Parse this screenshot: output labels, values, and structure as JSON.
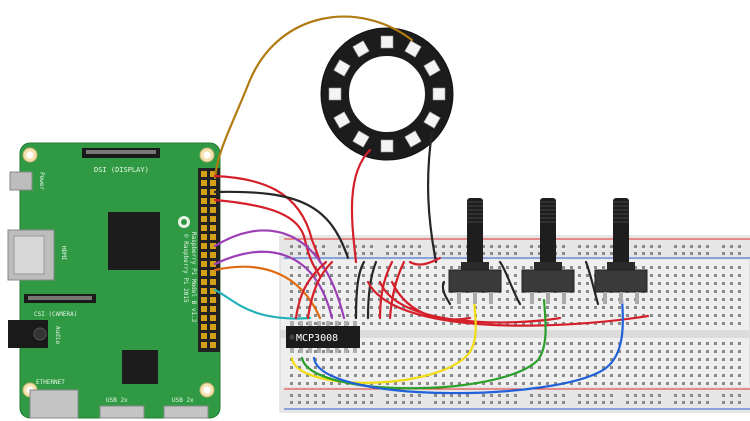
{
  "board": {
    "display_label": "DSI (DISPLAY)",
    "camera_label": "CSI (CAMERA)",
    "power_label": "Power",
    "hdmi_label": "HDMI",
    "audio_label": "Audio",
    "ethernet_label": "ETHERNET",
    "usb1_label": "USB 2x",
    "usb2_label": "USB 2x",
    "model_label": "Raspberry Pi Model B v1.2",
    "copyright_label": "© Raspberry Pi 2015"
  },
  "chip": {
    "label": "MCP3008"
  },
  "colors": {
    "pcb": "#2f9a43",
    "pcb_dark": "#237a33",
    "breadboard": "#f0f0f0",
    "rail_red": "#e03030",
    "rail_blue": "#2f5fd0",
    "wire_red": "#d4202a",
    "wire_black": "#262626",
    "wire_purple": "#9b3fb5",
    "wire_orange": "#e06a10",
    "wire_cyan": "#22b0b8",
    "wire_yellow": "#f0dc10",
    "wire_green": "#2aa02a",
    "wire_blue": "#2060d8",
    "wire_brown": "#b07a10"
  },
  "components": [
    "raspberry-pi",
    "neopixel-ring",
    "breadboard",
    "mcp3008",
    "potentiometer",
    "potentiometer",
    "potentiometer"
  ]
}
